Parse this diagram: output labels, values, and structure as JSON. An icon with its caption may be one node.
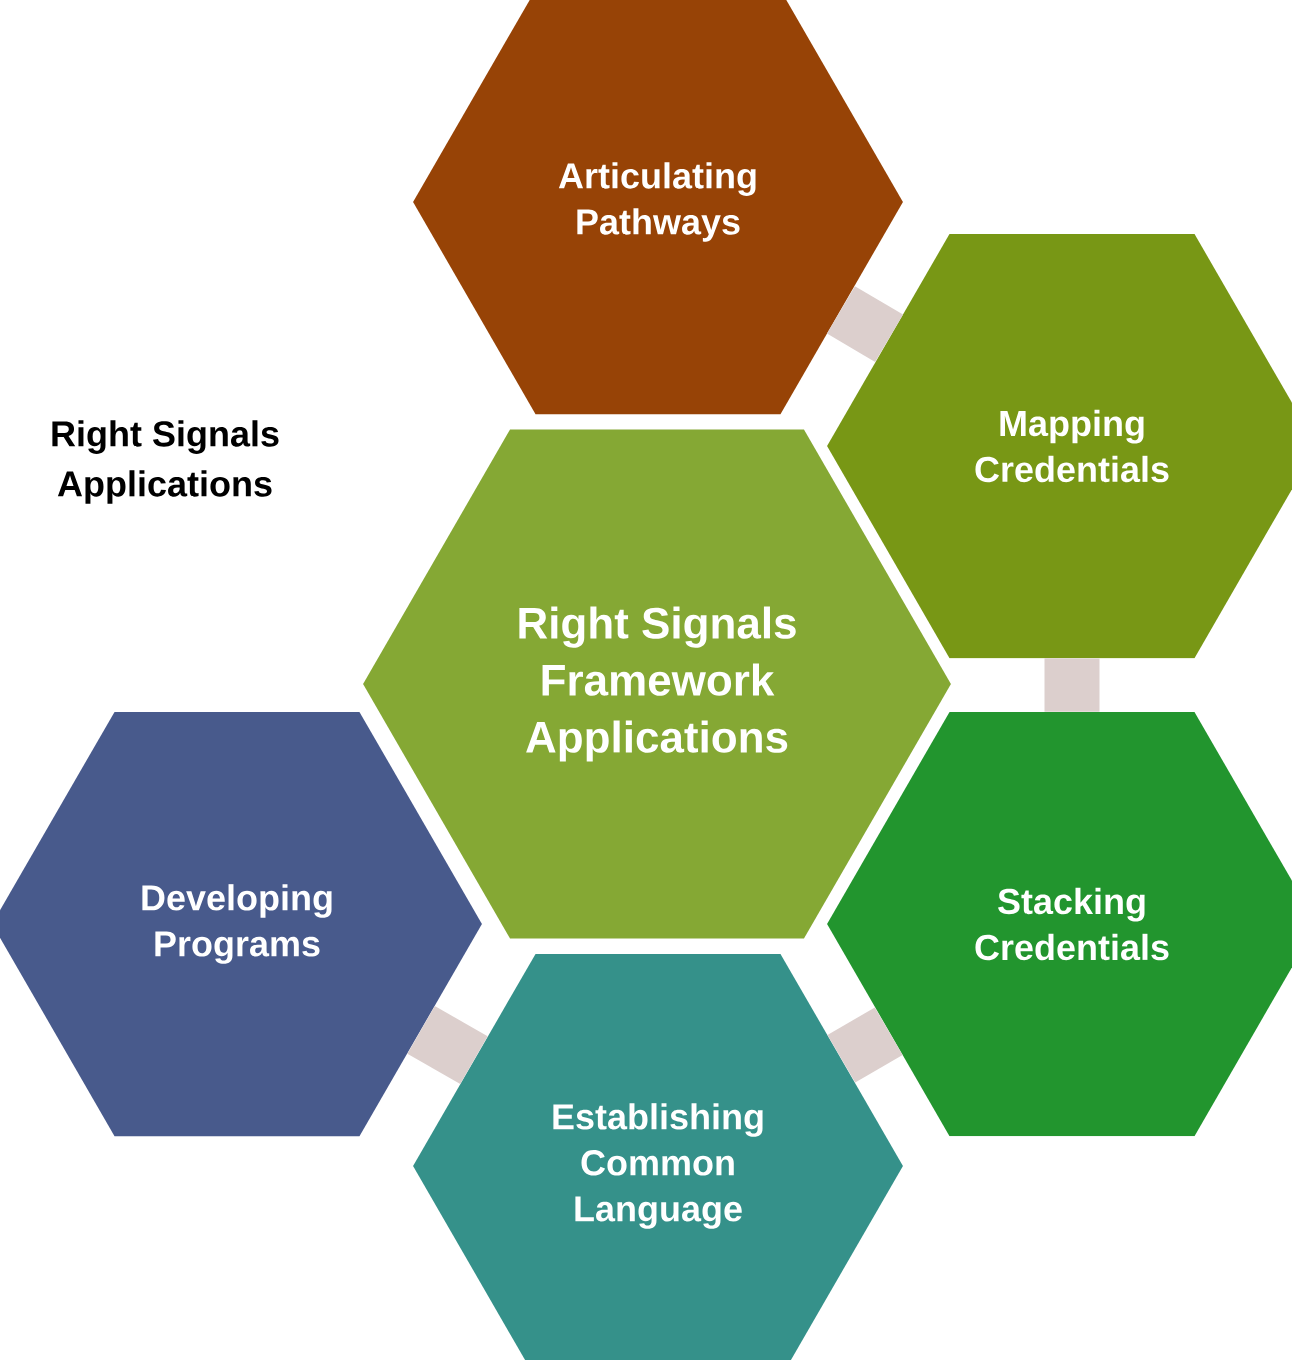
{
  "diagram": {
    "nodes": [
      {
        "text": [
          "Articulating Pathways"
        ]
      },
      {
        "text": [
          "Mapping Credentials"
        ]
      },
      {
        "text": [
          "Right Signals Framework Applications"
        ]
      },
      {
        "text": [
          "Developing Programs"
        ]
      },
      {
        "text": [
          "Stacking Credentials"
        ]
      },
      {
        "text": [
          "Establishing Common Language"
        ]
      }
    ],
    "edges": [
      {
        "from": 0,
        "to": 1,
        "arrow": "none"
      },
      {
        "from": 1,
        "to": 4,
        "arrow": "none"
      },
      {
        "from": 4,
        "to": 5,
        "arrow": "none"
      },
      {
        "from": 5,
        "to": 3,
        "arrow": "none"
      }
    ],
    "labels": [
      "Right Signals Applications"
    ]
  }
}
